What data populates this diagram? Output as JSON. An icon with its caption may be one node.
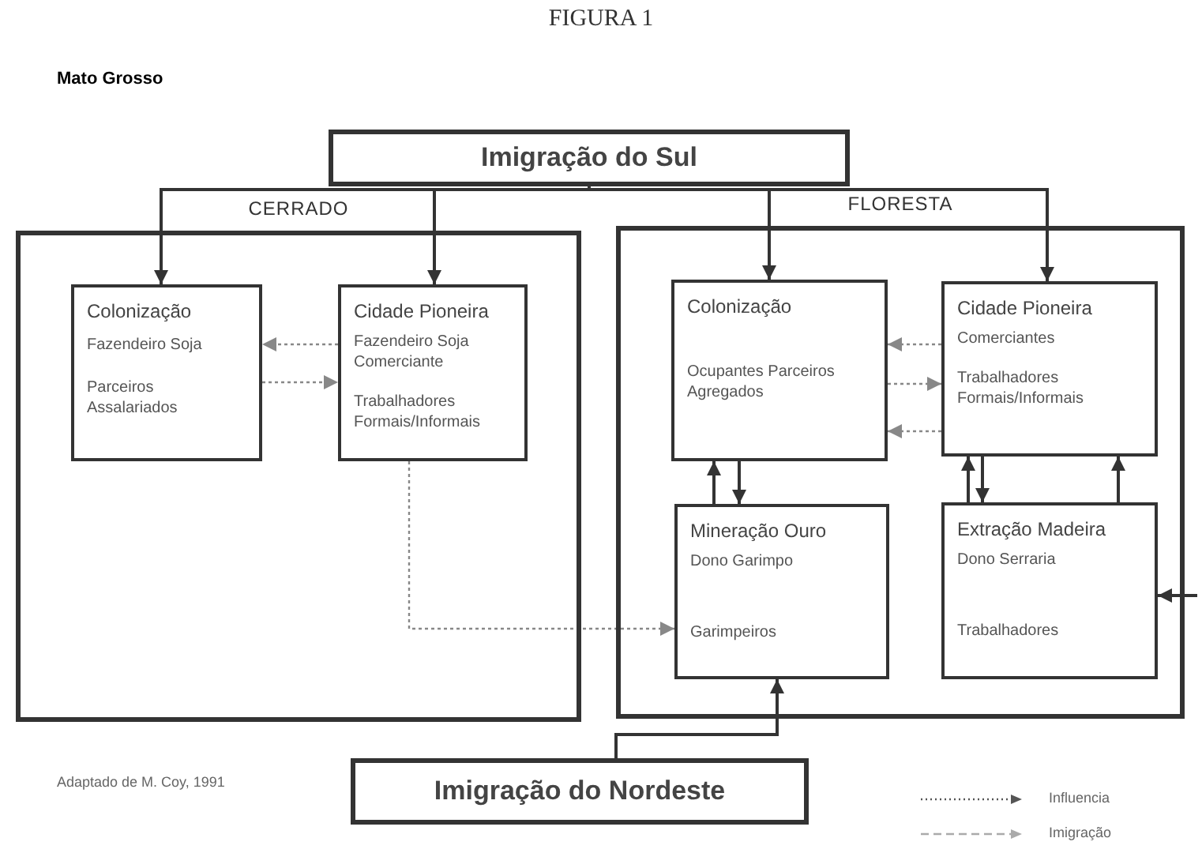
{
  "diagram": {
    "title": "FIGURA 1",
    "nodes": [
      {
        "text": [
          "Imigração do Sul"
        ]
      },
      {
        "text": [
          "CERRADO"
        ]
      },
      {
        "text": [
          "Colonização",
          "Fazendeiro Soja",
          "Parceiros Assalariados"
        ],
        "in": 1
      },
      {
        "text": [
          "Cidade Pioneira",
          "Fazendeiro Soja Comerciante",
          "Trabalhadores Formais/Informais"
        ],
        "in": 1
      },
      {
        "text": [
          "FLORESTA"
        ]
      },
      {
        "text": [
          "Colonização",
          "Ocupantes Parceiros Agregados"
        ],
        "in": 4
      },
      {
        "text": [
          "Cidade Pioneira",
          "Comerciantes",
          "Trabalhadores Formais/Informais"
        ],
        "in": 4
      },
      {
        "text": [
          "Mineração Ouro",
          "Dono Garimpo",
          "Garimpeiros"
        ],
        "in": 4
      },
      {
        "text": [
          "Extração Madeira",
          "Dono Serraria",
          "Trabalhadores"
        ],
        "in": 4
      },
      {
        "text": [
          "Imigração do Nordeste"
        ]
      }
    ],
    "edges": [
      {
        "from": 0,
        "to": 2,
        "arrow": "to"
      },
      {
        "from": 0,
        "to": 3,
        "arrow": "to"
      },
      {
        "from": 0,
        "to": 5,
        "arrow": "to"
      },
      {
        "from": 0,
        "to": 6,
        "arrow": "to"
      },
      {
        "from": 3,
        "to": 2,
        "arrow": "to",
        "style": "dashed",
        "color": "#888888"
      },
      {
        "from": 2,
        "to": 3,
        "arrow": "to",
        "style": "dashed",
        "color": "#888888"
      },
      {
        "from": 3,
        "to": 7,
        "arrow": "to",
        "style": "dashed",
        "color": "#888888"
      },
      {
        "from": 6,
        "to": 5,
        "arrow": "to",
        "style": "dashed",
        "color": "#888888"
      },
      {
        "from": 5,
        "to": 6,
        "arrow": "to",
        "style": "dashed",
        "color": "#888888"
      },
      {
        "from": 6,
        "to": 5,
        "arrow": "to",
        "style": "dashed",
        "color": "#888888"
      },
      {
        "from": 7,
        "to": 5,
        "arrow": "to"
      },
      {
        "from": 5,
        "to": 7,
        "arrow": "to"
      },
      {
        "from": 8,
        "to": 6,
        "arrow": "to"
      },
      {
        "from": 6,
        "to": 8,
        "arrow": "to"
      },
      {
        "from": 8,
        "to": 6,
        "arrow": "to"
      },
      {
        "from": null,
        "to": 8,
        "arrow": "to"
      },
      {
        "from": 9,
        "to": 7,
        "arrow": "to"
      }
    ],
    "labels": [
      "Mato Grosso",
      "Adaptado de M. Coy, 1991"
    ],
    "legend": [
      {
        "text": "Influencia"
      },
      {
        "text": "Imigração"
      }
    ]
  }
}
